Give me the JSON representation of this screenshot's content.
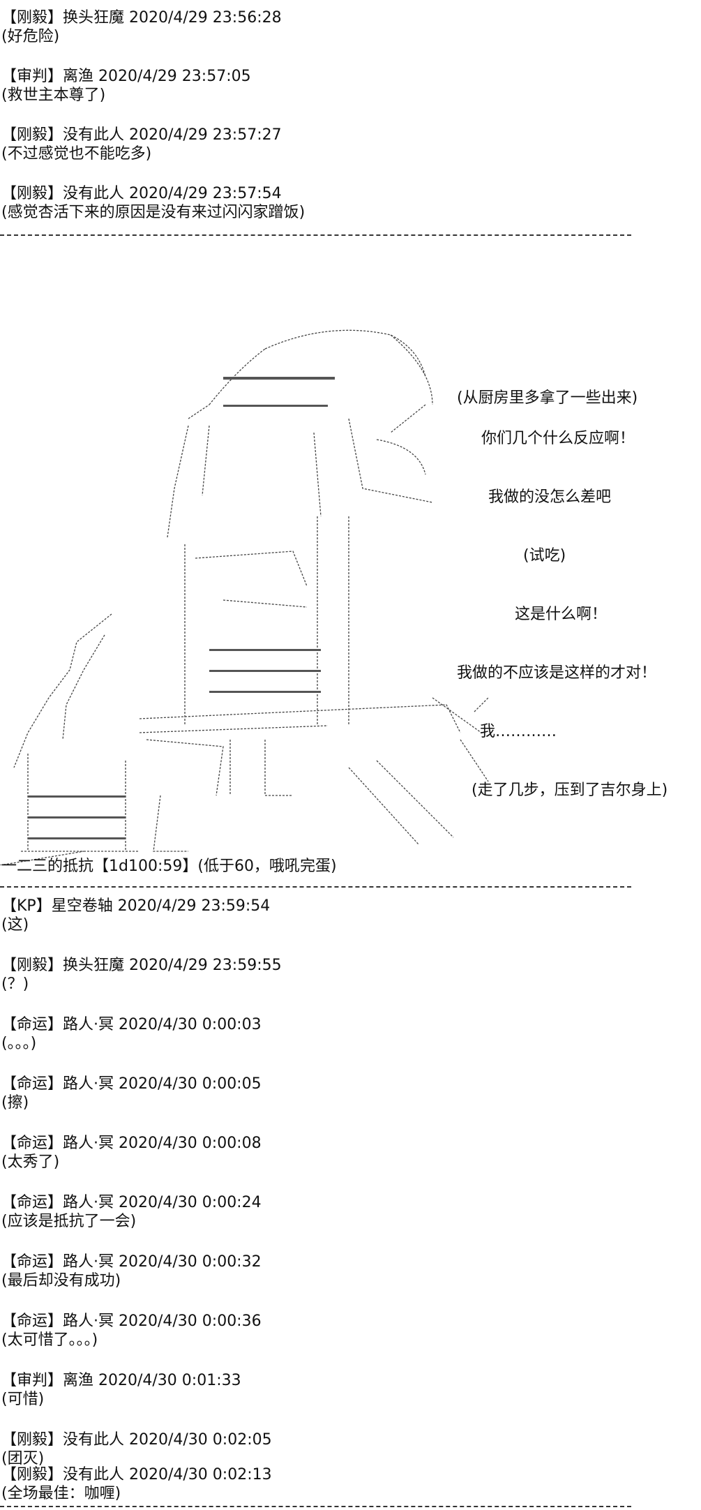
{
  "messages_top": [
    {
      "header": "【刚毅】换头狂魔 2020/4/29 23:56:28",
      "body": "(好危险)"
    },
    {
      "header": "【审判】离渔 2020/4/29 23:57:05",
      "body": "(救世主本尊了)"
    },
    {
      "header": "【刚毅】没有此人 2020/4/29 23:57:27",
      "body": "(不过感觉也不能吃多)"
    },
    {
      "header": "【刚毅】没有此人 2020/4/29 23:57:54",
      "body": "(感觉杏活下来的原因是没有来过闪闪家蹭饭)"
    }
  ],
  "art": {
    "dialogue": [
      "(从厨房里多拿了一些出来)",
      "你们几个什么反应啊！",
      "我做的没怎么差吧",
      "(试吃)",
      "这是什么啊！",
      "我做的不应该是这样的才对！",
      "我…………",
      "(走了几步，压到了吉尔身上)"
    ],
    "caption": "一二三的抵抗【1d100:59】(低于60，哦吼完蛋)"
  },
  "messages_bottom": [
    {
      "header": "【KP】星空卷轴 2020/4/29 23:59:54",
      "body": "(这)"
    },
    {
      "header": "【刚毅】换头狂魔 2020/4/29 23:59:55",
      "body": "(？)"
    },
    {
      "header": "【命运】路人·冥 2020/4/30 0:00:03",
      "body": "(。。。)"
    },
    {
      "header": "【命运】路人·冥 2020/4/30 0:00:05",
      "body": "(擦)"
    },
    {
      "header": "【命运】路人·冥 2020/4/30 0:00:08",
      "body": "(太秀了)"
    },
    {
      "header": "【命运】路人·冥 2020/4/30 0:00:24",
      "body": "(应该是抵抗了一会)"
    },
    {
      "header": "【命运】路人·冥 2020/4/30 0:00:32",
      "body": "(最后却没有成功)"
    },
    {
      "header": "【命运】路人·冥 2020/4/30 0:00:36",
      "body": "(太可惜了。。。)"
    },
    {
      "header": "【审判】离渔 2020/4/30 0:01:33",
      "body": "(可惜)"
    },
    {
      "header": "【刚毅】没有此人 2020/4/30 0:02:05",
      "body": "(团灭)"
    },
    {
      "header": "【刚毅】没有此人 2020/4/30 0:02:13",
      "body": "(全场最佳：咖喱)"
    }
  ]
}
